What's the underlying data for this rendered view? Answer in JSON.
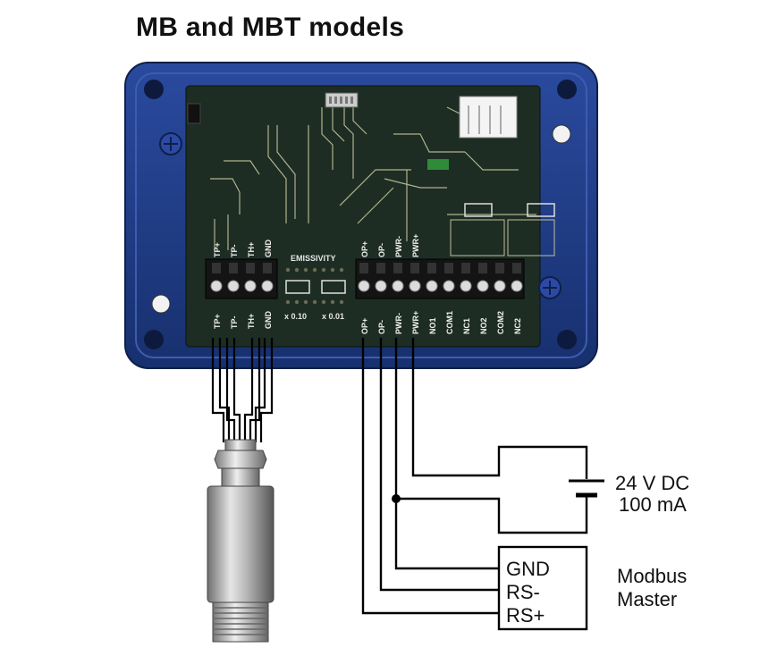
{
  "title": "MB and MBT models",
  "board": {
    "emissivity_label": "EMISSIVITY",
    "emissivity_options": [
      "x 0.10",
      "x 0.01"
    ],
    "left_terminals_top": [
      "TP+",
      "TP-",
      "TH+",
      "GND"
    ],
    "left_terminals_bottom": [
      "TP+",
      "TP-",
      "TH+",
      "GND"
    ],
    "right_terminals_top": [
      "OP+",
      "OP-",
      "PWR-",
      "PWR+"
    ],
    "right_terminals_bottom": [
      "OP+",
      "OP-",
      "PWR-",
      "PWR+",
      "NO1",
      "COM1",
      "NC1",
      "NO2",
      "COM2",
      "NC2"
    ]
  },
  "power_supply": {
    "voltage": "24 V DC",
    "current": "100 mA"
  },
  "modbus_box": {
    "lines": [
      "GND",
      "RS-",
      "RS+"
    ]
  },
  "modbus_label": {
    "line1": "Modbus",
    "line2": "Master"
  },
  "colors": {
    "enclosure": "#1f3a86",
    "pcb": "#1e2e24",
    "wire": "#000000"
  }
}
